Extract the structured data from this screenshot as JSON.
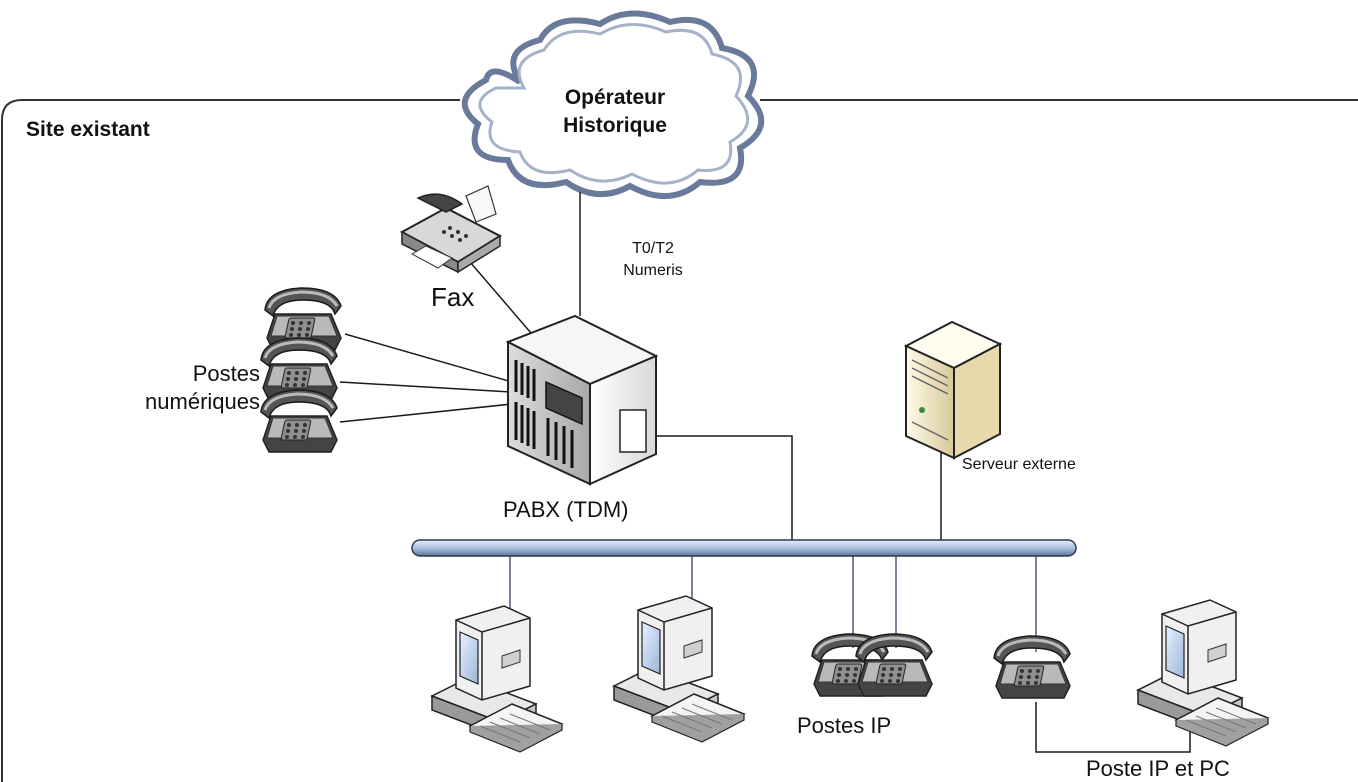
{
  "labels": {
    "site": "Site existant",
    "cloud_line1": "Opérateur",
    "cloud_line2": "Historique",
    "link_line1": "T0/T2",
    "link_line2": "Numeris",
    "fax": "Fax",
    "postes_num_line1": "Postes",
    "postes_num_line2": "numériques",
    "pabx": "PABX (TDM)",
    "serveur": "Serveur externe",
    "postes_ip": "Postes IP",
    "poste_ip_pc": "Poste IP et PC"
  },
  "colors": {
    "bus_fill": "#c5d8ee",
    "bus_stroke": "#2a3a50",
    "link_line": "#1a1a1a",
    "bus_drop": "#55557a",
    "cloud_fill": "#ffffff",
    "cloud_stroke": "#6a7a9a",
    "server_body": "#f2e8c8",
    "device_gray": "#b8b8b8"
  },
  "icons": [
    "cloud-icon",
    "fax-icon",
    "digital-phone-icon",
    "pabx-icon",
    "server-icon",
    "computer-icon",
    "ip-phone-icon"
  ]
}
